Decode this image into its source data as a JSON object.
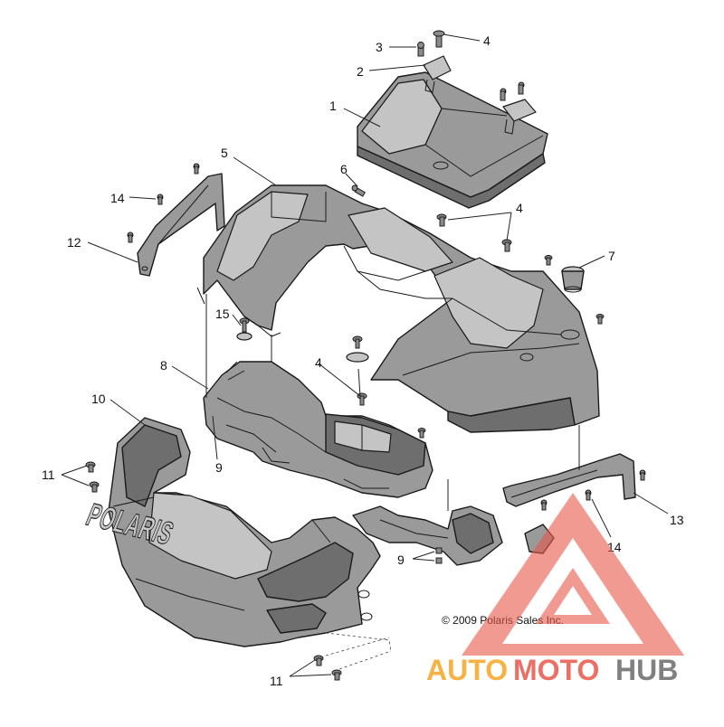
{
  "diagram": {
    "callouts": {
      "c1": "1",
      "c2": "2",
      "c3": "3",
      "c4a": "4",
      "c4b": "4",
      "c4c": "4",
      "c5": "5",
      "c6": "6",
      "c7": "7",
      "c8": "8",
      "c9a": "9",
      "c9b": "9",
      "c10": "10",
      "c11a": "11",
      "c11b": "11",
      "c12": "12",
      "c13": "13",
      "c14a": "14",
      "c14b": "14",
      "c15": "15"
    },
    "bumper_brand": "POLARIS",
    "copyright": "© 2009 Polaris Sales Inc."
  },
  "watermark": {
    "text_auto": "AUTO",
    "text_moto": "MOTO",
    "text_hub": "HUB",
    "colors": {
      "auto": "#f5a623",
      "moto": "#e8574a",
      "hub": "#6b6b6b",
      "triangle": "#e8574a"
    }
  }
}
